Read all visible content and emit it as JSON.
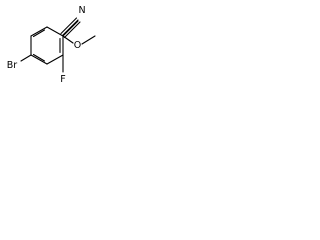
{
  "molecule": {
    "labels": {
      "nitrile_n": "N",
      "methoxy_o": "O",
      "bromo": "Br",
      "fluoro": "F"
    }
  }
}
